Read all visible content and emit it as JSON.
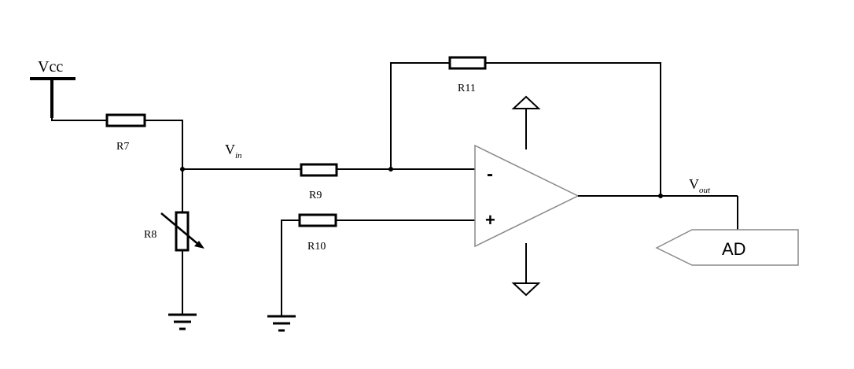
{
  "diagram": {
    "supply_label": "Vcc",
    "vin_main": "V",
    "vin_sub": "in",
    "vout_main": "V",
    "vout_sub": "out",
    "resistors": {
      "r7": "R7",
      "r8": "R8",
      "r9": "R9",
      "r10": "R10",
      "r11": "R11"
    },
    "opamp": {
      "inverting_sign": "-",
      "noninverting_sign": "+"
    },
    "ad_label": "AD"
  }
}
